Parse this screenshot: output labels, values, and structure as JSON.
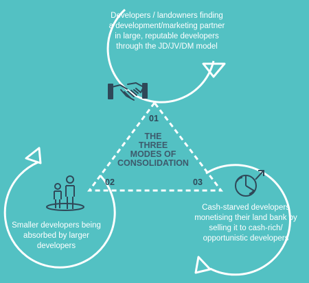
{
  "colors": {
    "background": "#53c1c3",
    "line": "#ffffff",
    "center_text": "#3d5a6c",
    "numbers": "#2f4858"
  },
  "center": {
    "line1": "THE",
    "line2": "THREE",
    "line3": "MODES OF",
    "line4": "CONSOLIDATION"
  },
  "modes": [
    {
      "number": "01",
      "icon": "handshake-icon",
      "text": "Developers / landowners finding a development/marketing partner in large, reputable developers through the JD/JV/DM model"
    },
    {
      "number": "02",
      "icon": "people-icon",
      "text": "Smaller developers being absorbed by larger developers"
    },
    {
      "number": "03",
      "icon": "pie-chart-growth-icon",
      "text": "Cash-starved developers monetising their land bank by selling it to cash-rich/ opportunistic developers"
    }
  ]
}
